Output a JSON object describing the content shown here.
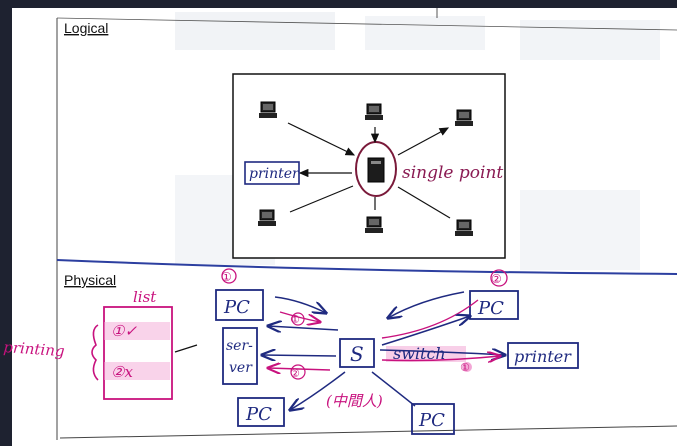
{
  "sections": {
    "logical": "Logical",
    "physical": "Physical"
  },
  "logical_diagram": {
    "printer_label": "printer",
    "single_point_label": "single point"
  },
  "physical_notes": {
    "list_label": "list",
    "printing_label": "printing",
    "queue_item_1": "①✓",
    "queue_item_2": "②x",
    "pc_top_left": "PC",
    "pc_top_right": "PC",
    "pc_bottom_left": "PC",
    "pc_bottom_right": "PC",
    "server_label_1": "ser-",
    "server_label_2": "ver",
    "switch_box": "S",
    "switch_label": "switch",
    "printer_label": "printer",
    "middle_note": "(中間人)",
    "step_1_top": "①",
    "step_2_top": "②",
    "step_1_arrow": "①",
    "step_2_arrow": "②",
    "step_1_switch": "①"
  },
  "colors": {
    "ink_blue": "#1f2a80",
    "ink_magenta": "#c8127e",
    "highlight": "#f3a7d6",
    "divider_blue": "#2c3fa0",
    "dark_frame": "#1e2230"
  }
}
